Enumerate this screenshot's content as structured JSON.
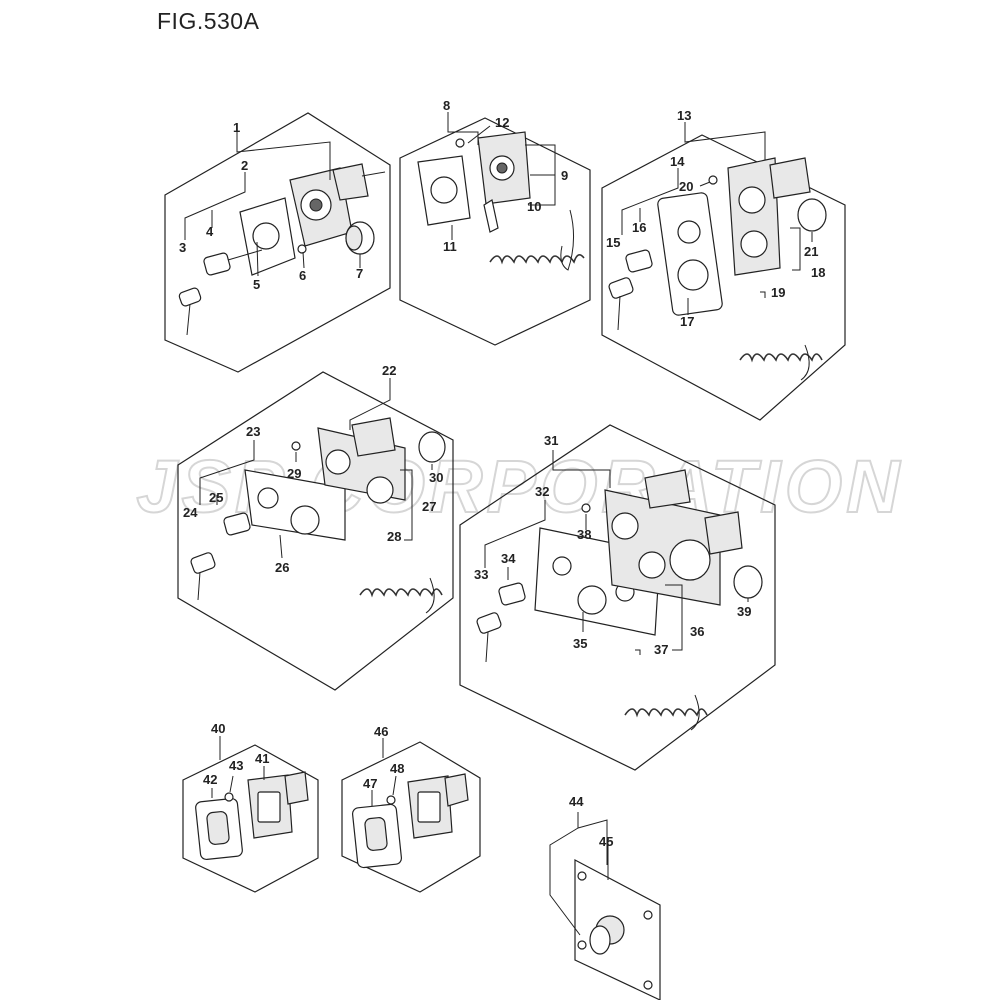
{
  "figure": {
    "title": "FIG.530A"
  },
  "watermark": {
    "text": "JSP CORPORATION"
  },
  "labels": {
    "p1": "1",
    "p2": "2",
    "p3": "3",
    "p4": "4",
    "p5": "5",
    "p6": "6",
    "p7": "7",
    "p8": "8",
    "p9": "9",
    "p10": "10",
    "p11": "11",
    "p12": "12",
    "p13": "13",
    "p14": "14",
    "p15": "15",
    "p16": "16",
    "p17": "17",
    "p18": "18",
    "p19": "19",
    "p20": "20",
    "p21": "21",
    "p22": "22",
    "p23": "23",
    "p24": "24",
    "p25": "25",
    "p26": "26",
    "p27": "27",
    "p28": "28",
    "p29": "29",
    "p30": "30",
    "p31": "31",
    "p32": "32",
    "p33": "33",
    "p34": "34",
    "p35": "35",
    "p36": "36",
    "p37": "37",
    "p38": "38",
    "p39": "39",
    "p40": "40",
    "p41": "41",
    "p42": "42",
    "p43": "43",
    "p44": "44",
    "p45": "45",
    "p46": "46",
    "p47": "47",
    "p48": "48"
  }
}
